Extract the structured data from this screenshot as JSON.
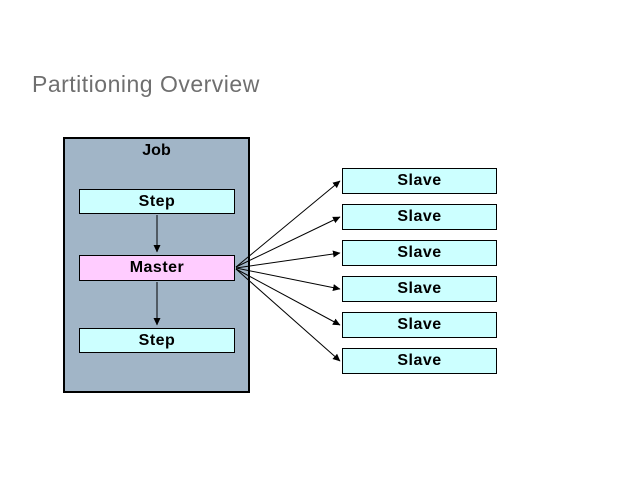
{
  "slide": {
    "title": "Partitioning Overview"
  },
  "colors": {
    "background": "#ffffff",
    "title_text": "#6f6f6f",
    "job_fill": "#a1b5c7",
    "step_fill": "#ccffff",
    "master_fill": "#ffccff",
    "slave_fill": "#ccffff",
    "border": "#000000",
    "label_text": "#000000"
  },
  "diagram": {
    "job": {
      "label": "Job"
    },
    "nodes": [
      {
        "label": "Step"
      },
      {
        "label": "Master"
      },
      {
        "label": "Step"
      }
    ],
    "slaves": [
      {
        "label": "Slave"
      },
      {
        "label": "Slave"
      },
      {
        "label": "Slave"
      },
      {
        "label": "Slave"
      },
      {
        "label": "Slave"
      },
      {
        "label": "Slave"
      }
    ]
  }
}
